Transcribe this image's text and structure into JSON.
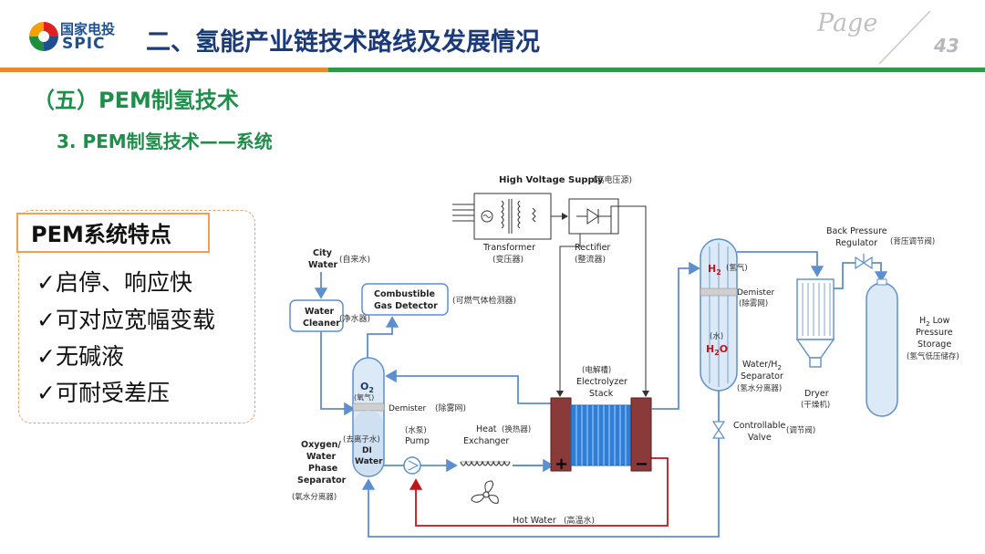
{
  "header": {
    "logo_cn": "国家电投",
    "logo_en": "SPIC",
    "title": "二、氢能产业链技术路线及发展情况",
    "page_word": "Page",
    "page_number": "43"
  },
  "section": {
    "heading": "（五）PEM制氢技术",
    "subheading": "3. PEM制氢技术——系统"
  },
  "features": {
    "title": "PEM系统特点",
    "items": [
      "✓启停、响应快",
      "✓可对应宽幅变载",
      "✓无碱液",
      "✓可耐受差压"
    ]
  },
  "diagram": {
    "high_voltage": "High Voltage Supply",
    "high_voltage_cn": "(高电压源)",
    "transformer": "Transformer",
    "transformer_cn": "(变压器)",
    "rectifier": "Rectifier",
    "rectifier_cn": "(整流器)",
    "city_water_1": "City",
    "city_water_2": "Water",
    "city_water_cn": "(自来水)",
    "water_cleaner_1": "Water",
    "water_cleaner_2": "Cleaner",
    "water_cleaner_cn": "(净水器)",
    "gas_detector_1": "Combustible",
    "gas_detector_2": "Gas Detector",
    "gas_detector_cn": "(可燃气体检测器)",
    "o2": "O",
    "o2_sub": "2",
    "o2_cn": "(氧气)",
    "demister_left": "Demister",
    "demister_left_cn": "(除雾网)",
    "di_water_cn": "(去离子水)",
    "di_1": "DI",
    "di_2": "Water",
    "separator_left_1": "Oxygen/",
    "separator_left_2": "Water",
    "separator_left_3": "Phase",
    "separator_left_4": "Separator",
    "separator_left_cn": "(氧水分离器)",
    "pump_cn": "(水泵)",
    "pump": "Pump",
    "heat_1": "Heat",
    "heat_cn": "(换热器)",
    "heat_2": "Exchanger",
    "electrolyzer_cn": "(电解槽)",
    "electrolyzer_1": "Electrolyzer",
    "electrolyzer_2": "Stack",
    "plus": "+",
    "minus": "−",
    "hot_water": "Hot Water",
    "hot_water_cn": "(高温水)",
    "h2": "H",
    "h2_sub": "2",
    "h2_cn": "(氢气)",
    "demister_right": "Demister",
    "demister_right_cn": "(除雾网)",
    "water_cn": "(水)",
    "h2o": "H",
    "h2o_sub": "2",
    "h2o_o": "O",
    "separator_right_1": "Water/H",
    "separator_right_sub": "2",
    "separator_right_2": "Separator",
    "separator_right_cn": "(氢水分离器)",
    "control_valve_1": "Controllable",
    "control_valve_2": "Valve",
    "control_valve_cn": "(调节阀)",
    "back_pressure_1": "Back Pressure",
    "back_pressure_2": "Regulator",
    "back_pressure_cn": "(背压调节阀)",
    "dryer": "Dryer",
    "dryer_cn": "(干燥机)",
    "storage_1": "H",
    "storage_sub": "2",
    "storage_1b": " Low",
    "storage_2": "Pressure",
    "storage_3": "Storage",
    "storage_cn": "(氢气低压储存)"
  },
  "colors": {
    "title_blue": "#1a3a7a",
    "heading_green": "#1e8f4a",
    "orange": "#f0a050",
    "pipe_blue": "#5b8fcf",
    "hot_red": "#c0161b",
    "stack_red": "#8b3a3a"
  }
}
